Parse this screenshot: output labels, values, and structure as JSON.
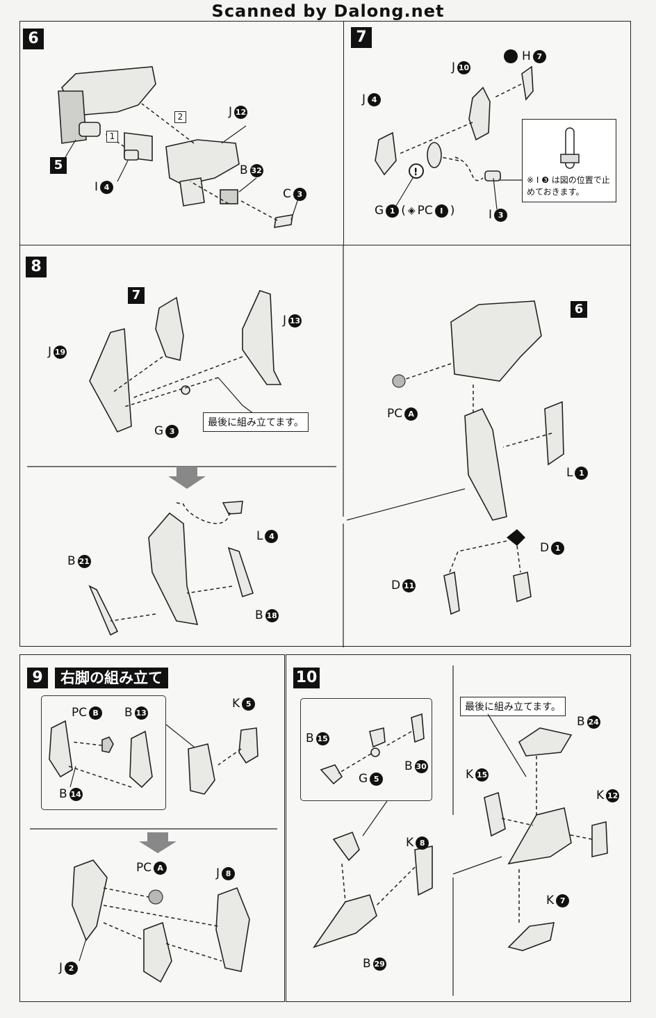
{
  "header": {
    "text": "Scanned by Dalong.net"
  },
  "steps": {
    "s6": {
      "number": "6",
      "sub_a": "1",
      "sub_b": "2",
      "marker": "5",
      "labels": {
        "j12": {
          "letter": "J",
          "num": "12"
        },
        "b32": {
          "letter": "B",
          "num": "32"
        },
        "c3": {
          "letter": "C",
          "num": "3"
        },
        "i4": {
          "letter": "I",
          "num": "4"
        }
      }
    },
    "s7": {
      "number": "7",
      "labels": {
        "j10": {
          "letter": "J",
          "num": "10"
        },
        "h7": {
          "letter": "H",
          "num": "7"
        },
        "j4": {
          "letter": "J",
          "num": "4"
        },
        "i3": {
          "letter": "I",
          "num": "3"
        }
      },
      "g1_text": "G",
      "g1_num": "1",
      "g1_extra": "(",
      "g1_pc": "PC",
      "g1_pc_letter": "I",
      "g1_close": ")",
      "note": "※ I ❸ は図の位置で止めておきます。"
    },
    "s8": {
      "number": "8",
      "marker7": "7",
      "marker6": "6",
      "note": "最後に組み立てます。",
      "labels": {
        "j13": {
          "letter": "J",
          "num": "13"
        },
        "j19": {
          "letter": "J",
          "num": "19"
        },
        "g3": {
          "letter": "G",
          "num": "3"
        },
        "l4": {
          "letter": "L",
          "num": "4"
        },
        "b21": {
          "letter": "B",
          "num": "21"
        },
        "b18": {
          "letter": "B",
          "num": "18"
        },
        "pca": {
          "letter": "PC",
          "num": "A"
        },
        "l1": {
          "letter": "L",
          "num": "1"
        },
        "d1": {
          "letter": "D",
          "num": "1"
        },
        "d11": {
          "letter": "D",
          "num": "11"
        }
      }
    },
    "s9": {
      "number": "9",
      "title": "右脚の組み立て",
      "labels": {
        "pcb": {
          "letter": "PC",
          "num": "B"
        },
        "b13": {
          "letter": "B",
          "num": "13"
        },
        "k5": {
          "letter": "K",
          "num": "5"
        },
        "b14": {
          "letter": "B",
          "num": "14"
        },
        "pca": {
          "letter": "PC",
          "num": "A"
        },
        "j8": {
          "letter": "J",
          "num": "8"
        },
        "j2": {
          "letter": "J",
          "num": "2"
        }
      }
    },
    "s10": {
      "number": "10",
      "note": "最後に組み立てます。",
      "labels": {
        "b15": {
          "letter": "B",
          "num": "15"
        },
        "g5": {
          "letter": "G",
          "num": "5"
        },
        "b30": {
          "letter": "B",
          "num": "30"
        },
        "k8": {
          "letter": "K",
          "num": "8"
        },
        "b29": {
          "letter": "B",
          "num": "29"
        },
        "b24": {
          "letter": "B",
          "num": "24"
        },
        "k15": {
          "letter": "K",
          "num": "15"
        },
        "k12": {
          "letter": "K",
          "num": "12"
        },
        "k7": {
          "letter": "K",
          "num": "7"
        }
      }
    }
  }
}
